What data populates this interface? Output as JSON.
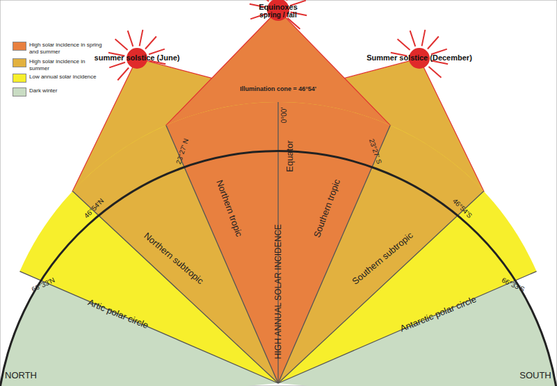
{
  "diagram": {
    "nodes": [
      {
        "text": [
          "summer solstice (June)"
        ]
      },
      {
        "text": [
          "Equinoxes",
          "spring / fall"
        ]
      },
      {
        "text": [
          "Summer solstice (December)"
        ]
      }
    ],
    "labels": [
      "Illumination cone = 46°54'",
      "0°00'",
      "Equator",
      "23°27' N",
      "23°27' S",
      "46°54'N",
      "46°54'S",
      "66°33'N",
      "66°33'S",
      "Northern tropic",
      "Southern tropic",
      "Northern subtropic",
      "Southern subtropic",
      "Artic polar circle",
      "Antarctic polar circle",
      "HIGH ANNUAL SOLAR INCIDENCE",
      "NORTH",
      "SOUTH"
    ],
    "legend": [
      {
        "text": "High solar incidence in spring and summer",
        "color": "#e8803f"
      },
      {
        "text": "High solar incidence in summer",
        "color": "#e2b13f"
      },
      {
        "text": "Low annual solar incidence",
        "color": "#f7ef2c"
      },
      {
        "text": "Dark winter",
        "color": "#c9dcc3"
      }
    ]
  }
}
